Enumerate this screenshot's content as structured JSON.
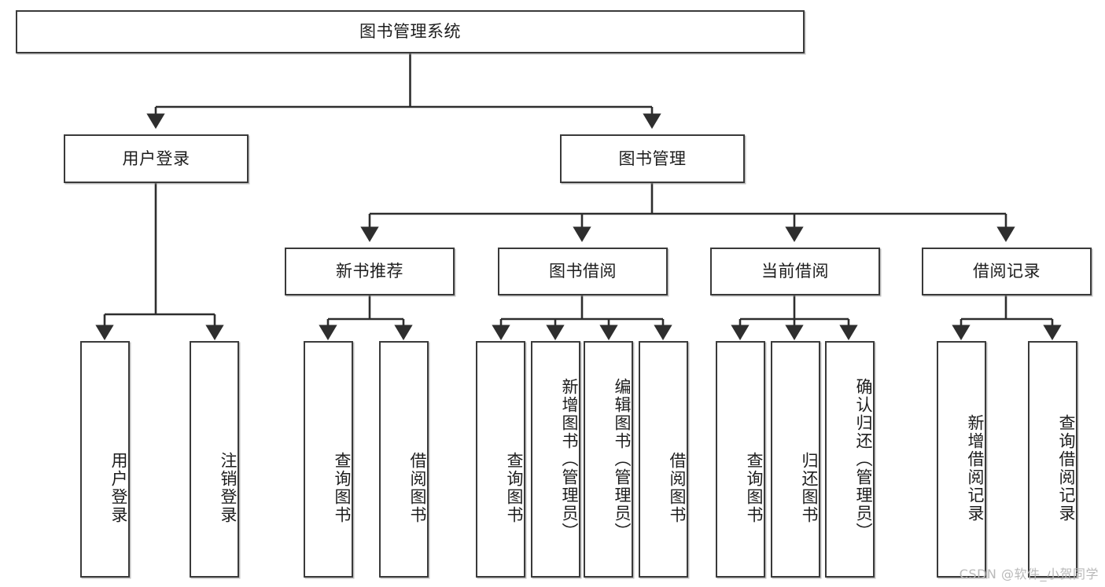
{
  "diagram": {
    "title": "图书管理系统",
    "type": "tree",
    "root": {
      "id": "root",
      "label": "图书管理系统"
    },
    "level2": [
      {
        "id": "user-login",
        "label": "用户登录"
      },
      {
        "id": "book-manage",
        "label": "图书管理"
      }
    ],
    "level3": [
      {
        "id": "new-book-rec",
        "label": "新书推荐",
        "parent": "book-manage"
      },
      {
        "id": "book-borrow",
        "label": "图书借阅",
        "parent": "book-manage"
      },
      {
        "id": "current-borrow",
        "label": "当前借阅",
        "parent": "book-manage"
      },
      {
        "id": "borrow-record",
        "label": "借阅记录",
        "parent": "book-manage"
      }
    ],
    "leaves": [
      {
        "id": "leaf-user-login",
        "label": "用户登录",
        "parent": "user-login"
      },
      {
        "id": "leaf-user-logout",
        "label": "注销登录",
        "parent": "user-login"
      },
      {
        "id": "leaf-query-book-1",
        "label": "查询图书",
        "parent": "new-book-rec"
      },
      {
        "id": "leaf-borrow-book-1",
        "label": "借阅图书",
        "parent": "new-book-rec"
      },
      {
        "id": "leaf-query-book-2",
        "label": "查询图书",
        "parent": "book-borrow"
      },
      {
        "id": "leaf-add-book",
        "label": "新增图书（管理员）",
        "parent": "book-borrow"
      },
      {
        "id": "leaf-edit-book",
        "label": "编辑图书（管理员）",
        "parent": "book-borrow"
      },
      {
        "id": "leaf-borrow-book-2",
        "label": "借阅图书",
        "parent": "book-borrow"
      },
      {
        "id": "leaf-query-book-3",
        "label": "查询图书",
        "parent": "current-borrow"
      },
      {
        "id": "leaf-return-book",
        "label": "归还图书",
        "parent": "current-borrow"
      },
      {
        "id": "leaf-confirm-return",
        "label": "确认归还（管理员）",
        "parent": "current-borrow"
      },
      {
        "id": "leaf-add-record",
        "label": "新增借阅记录",
        "parent": "borrow-record"
      },
      {
        "id": "leaf-query-record",
        "label": "查询借阅记录",
        "parent": "borrow-record"
      }
    ]
  },
  "watermark": {
    "text": "CSDN @软件_小贺同学"
  },
  "colors": {
    "background": "#ffffff",
    "box_border": "#3a3a3a",
    "box_fill": "#ffffff",
    "connector": "#2e2e2e",
    "text": "#1d1d1d",
    "watermark": "#b9b9b9"
  }
}
